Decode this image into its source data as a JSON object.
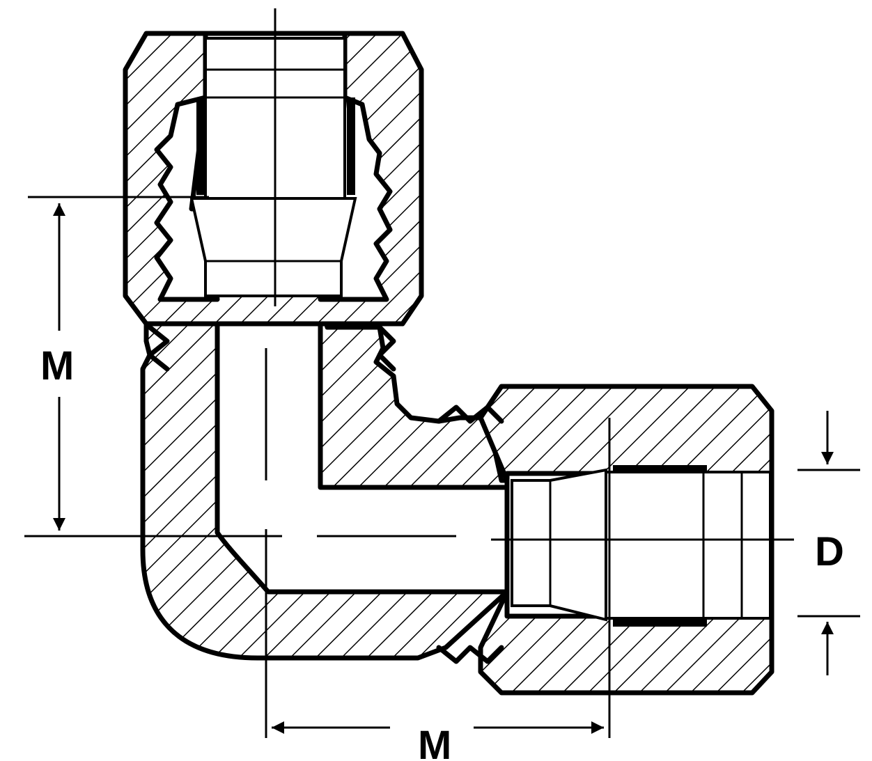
{
  "diagram": {
    "labels": {
      "vertical_dimension": "M",
      "horizontal_dimension": "M",
      "diameter": "D"
    },
    "colors": {
      "line": "#000000",
      "background": "#ffffff"
    }
  }
}
